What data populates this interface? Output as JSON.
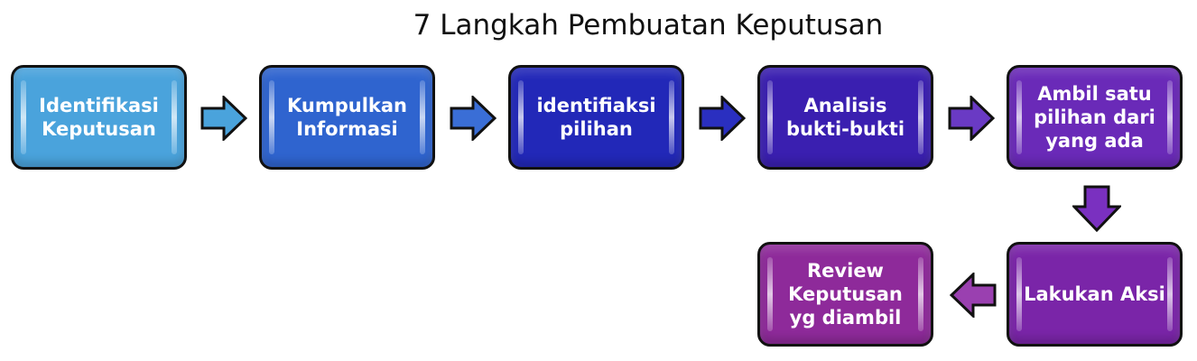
{
  "title": "7 Langkah Pembuatan Keputusan",
  "steps": [
    {
      "label": "Identifikasi\nKeputusan",
      "color": "#4aa3dc"
    },
    {
      "label": "Kumpulkan\nInformasi",
      "color": "#2f64cf"
    },
    {
      "label": "identifiaksi\npilihan",
      "color": "#2228b8"
    },
    {
      "label": "Analisis\nbukti-bukti",
      "color": "#3a1fb0"
    },
    {
      "label": "Ambil satu\npilihan dari\nyang ada",
      "color": "#6a2ab8"
    },
    {
      "label": "Lakukan Aksi",
      "color": "#7a25a8"
    },
    {
      "label": "Review\nKeputusan\nyg diambil",
      "color": "#8e2a9a"
    }
  ],
  "arrows": [
    {
      "direction": "right",
      "color": "#4aa3dc"
    },
    {
      "direction": "right",
      "color": "#3a6ed6"
    },
    {
      "direction": "right",
      "color": "#2a2fc0"
    },
    {
      "direction": "right",
      "color": "#6a3ac4"
    },
    {
      "direction": "down",
      "color": "#7a30c0"
    },
    {
      "direction": "left",
      "color": "#9a40b0"
    }
  ]
}
